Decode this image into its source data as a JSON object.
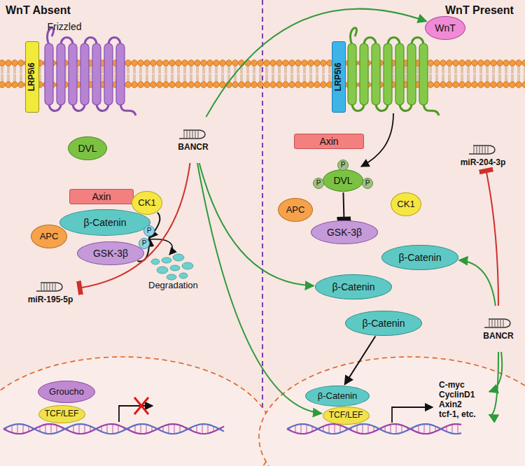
{
  "diagram": {
    "nodes": [
      {
        "text": [
          "LRP5\\6"
        ]
      },
      {
        "text": [
          "Frizzled"
        ]
      },
      {
        "text": [
          "DVL"
        ]
      },
      {
        "text": [
          "Axin"
        ]
      },
      {
        "text": [
          "CK1"
        ]
      },
      {
        "text": [
          "β-Catenin"
        ]
      },
      {
        "text": [
          "P"
        ]
      },
      {
        "text": [
          "P"
        ]
      },
      {
        "text": [
          "APC"
        ]
      },
      {
        "text": [
          "GSK-3β"
        ]
      },
      {
        "text": [
          "miR-195-5p"
        ]
      },
      {
        "text": [
          "BANCR"
        ]
      },
      {
        "text": [
          "Groucho"
        ]
      },
      {
        "text": [
          "TCF/LEF"
        ]
      },
      {
        "text": [
          "WnT"
        ]
      },
      {
        "text": [
          "LRP5\\6"
        ]
      },
      {
        "text": [
          "miR-204-3p"
        ]
      },
      {
        "text": [
          "Axin"
        ]
      },
      {
        "text": [
          "DVL"
        ]
      },
      {
        "text": [
          "P"
        ]
      },
      {
        "text": [
          "P"
        ]
      },
      {
        "text": [
          "P"
        ]
      },
      {
        "text": [
          "APC"
        ]
      },
      {
        "text": [
          "CK1"
        ]
      },
      {
        "text": [
          "GSK-3β"
        ]
      },
      {
        "text": [
          "β-Catenin"
        ]
      },
      {
        "text": [
          "β-Catenin"
        ]
      },
      {
        "text": [
          "β-Catenin"
        ]
      },
      {
        "text": [
          "BANCR"
        ]
      },
      {
        "text": [
          "β-Catenin"
        ]
      },
      {
        "text": [
          "TCF/LEF"
        ]
      },
      {
        "text": [
          "C-myc",
          "CyclinD1",
          "Axin2",
          "tcf-1, etc."
        ]
      }
    ],
    "edges": [
      {
        "from": 4,
        "to": 7,
        "arrow": "to"
      },
      {
        "from": 9,
        "to": 6,
        "arrow": "to"
      },
      {
        "from": 11,
        "to": 14,
        "arrow": "to"
      },
      {
        "from": 11,
        "to": 10,
        "arrow": "to"
      },
      {
        "from": 11,
        "to": 26,
        "arrow": "to"
      },
      {
        "from": 11,
        "to": 30,
        "arrow": "to"
      },
      {
        "from": 18,
        "to": 24,
        "arrow": "to"
      },
      {
        "from": 27,
        "to": 29,
        "arrow": "to"
      },
      {
        "from": 28,
        "to": 16,
        "arrow": "to"
      },
      {
        "from": 28,
        "to": 25,
        "arrow": "to"
      },
      {
        "from": 28,
        "to": 31,
        "arrow": "to"
      },
      {
        "from": 28,
        "to": 31,
        "arrow": "to"
      }
    ],
    "labels": [
      "WnT Absent",
      "WnT Present",
      "Degradation"
    ]
  }
}
